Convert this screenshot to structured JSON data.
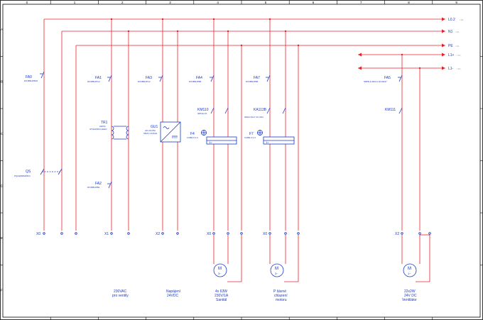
{
  "grid": {
    "columns": [
      "0",
      "1",
      "2",
      "3",
      "4",
      "5",
      "6",
      "7",
      "8",
      "9"
    ],
    "rows": [
      "A",
      "B",
      "C",
      "D",
      "E",
      "F"
    ]
  },
  "rails": [
    {
      "id": "L0.2",
      "sub": "/ 4A"
    },
    {
      "id": "N1",
      "sub": "/ 4A"
    },
    {
      "id": "PE",
      "sub": "/ 4A"
    },
    {
      "id": "L1+",
      "sub": "/ 4A"
    },
    {
      "id": "L1-",
      "sub": "/ 4A"
    }
  ],
  "breakers": [
    {
      "id": "FA0",
      "sub": "DX3B6UPB16"
    },
    {
      "id": "FA1",
      "sub": "DX3B6UPC2"
    },
    {
      "id": "FA3",
      "sub": "DX3B6UPC2"
    },
    {
      "id": "FA4",
      "sub": "DX3B6UPB6"
    },
    {
      "id": "FA7",
      "sub": "DX3B6UPB6"
    },
    {
      "id": "FA5",
      "sub": "S8PB-4-0DCH UF10247"
    },
    {
      "id": "FA2",
      "sub": "DX3B6UPB2"
    }
  ],
  "devices": {
    "qs": {
      "id": "QS",
      "sub": "PQ4425DM25F4"
    },
    "tr": {
      "id": "TR1",
      "sub1": "230VA",
      "sub2": "ST/2A0/D/A 4HEO"
    },
    "gu": {
      "id": "GU1",
      "sub1": "24V DC/5A",
      "sub2": "S8VK-C12024"
    },
    "km10": {
      "id": "KM110",
      "sub": "3RT20-15"
    },
    "ka": {
      "id": "KA113B",
      "sub": "3RH4 2S17 2C-0D4"
    },
    "km11": {
      "id": "KM111"
    },
    "f4": {
      "id": "F4",
      "sub": "3 RB2.0 0,3"
    },
    "f7": {
      "id": "F7",
      "sub": "3 RB2.0 0,3"
    }
  },
  "terminals": {
    "x0": "X0",
    "x1": "X1",
    "x2": "X2"
  },
  "motor": {
    "m": "M",
    "phase": "3~",
    "phase1": "1~"
  },
  "descriptions": [
    {
      "l1": "230VAC",
      "l2": "pro ventily"
    },
    {
      "l1": "Napájení",
      "l2": "24VDC"
    },
    {
      "l1": "4x 63W",
      "l2": "230V/1A",
      "l3": "Sanitál"
    },
    {
      "l1": "P šávné",
      "l2": "chlazení",
      "l3": "motoru"
    },
    {
      "l1": "22x2W",
      "l2": "24V DC",
      "l3": "Ventilátor"
    }
  ],
  "colors": {
    "wire": "#e8222b",
    "component": "#1a37c8"
  }
}
